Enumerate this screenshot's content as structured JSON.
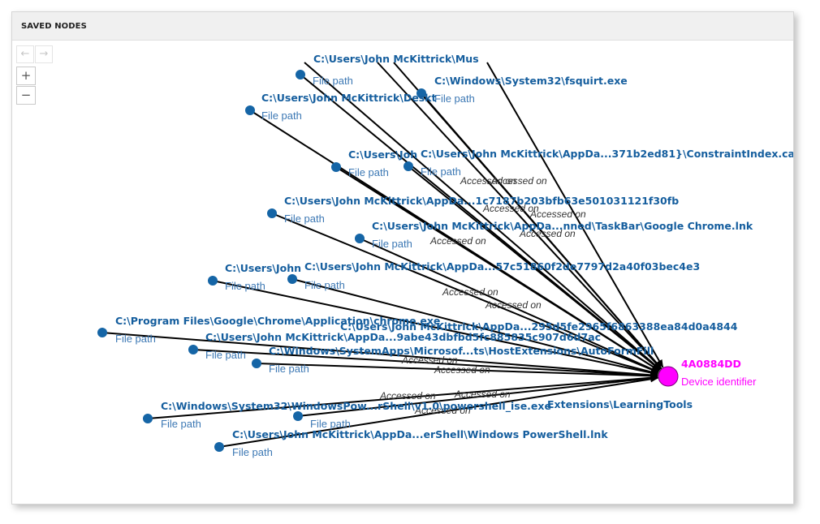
{
  "panel": {
    "title": "SAVED NODES"
  },
  "toolbar": {
    "back_icon": "arrow-left-icon",
    "forward_icon": "arrow-right-icon",
    "zoom_in": "+",
    "zoom_out": "−"
  },
  "colors": {
    "node": "#1565a6",
    "label": "#155e9e",
    "type": "#3c78b4",
    "device": "#ff00ff",
    "edge": "#000000"
  },
  "graph": {
    "device": {
      "label": "4A0884DD",
      "type": "Device identifier"
    },
    "edge_label": "Accessed on",
    "file_nodes": [
      {
        "path": "C:\\Users\\John McKittrick\\Mus",
        "type": "File path"
      },
      {
        "path": "C:\\Windows\\System32\\fsquirt.exe",
        "type": "File path"
      },
      {
        "path": "C:\\Users\\John McKittrick\\Deskt",
        "type": "File path"
      },
      {
        "path": "C:\\Users\\Joh",
        "type": "File path"
      },
      {
        "path": "C:\\Users\\John McKittrick\\AppDa...371b2ed81}\\ConstraintIndex.cab",
        "type": "File path"
      },
      {
        "path": "C:\\Users\\John McKittrick\\AppDa...1c7187b203bfb63e501031121f30fb",
        "type": "File path"
      },
      {
        "path": "C:\\Users\\John McKittrick\\AppDa...nned\\TaskBar\\Google Chrome.lnk",
        "type": "File path"
      },
      {
        "path": "C:\\Users\\John",
        "type": "File path"
      },
      {
        "path": "C:\\Users\\John McKittrick\\AppDa...57c51860f2de7797d2a40f03bec4e3",
        "type": "File path"
      },
      {
        "path": "C:\\Program Files\\Google\\Chrome\\Application\\chrome.exe",
        "type": "File path"
      },
      {
        "path": "C:\\Users\\John McKittrick\\AppDa...9abe43dbfbd5fc885835c907d6d7ac",
        "type": "File path"
      },
      {
        "path": "C:\\Windows\\SystemApps\\Microsof...ts\\HostExtensions\\AutoFormFill",
        "type": "File path"
      },
      {
        "path": "C:\\Windows\\System32\\WindowsPow...rShell\\v1.0\\powershell_ise.exe",
        "type": "File path"
      },
      {
        "path": "C:\\Users\\John McKittrick\\AppDa...erShell\\Windows PowerShell.lnk",
        "type": "File path"
      }
    ],
    "partial_labels": [
      "C:\\Users\\John McKittrick\\AppDa...295d5fe2965f6863388ea84d0a4844",
      "Extensions\\LearningTools"
    ]
  }
}
